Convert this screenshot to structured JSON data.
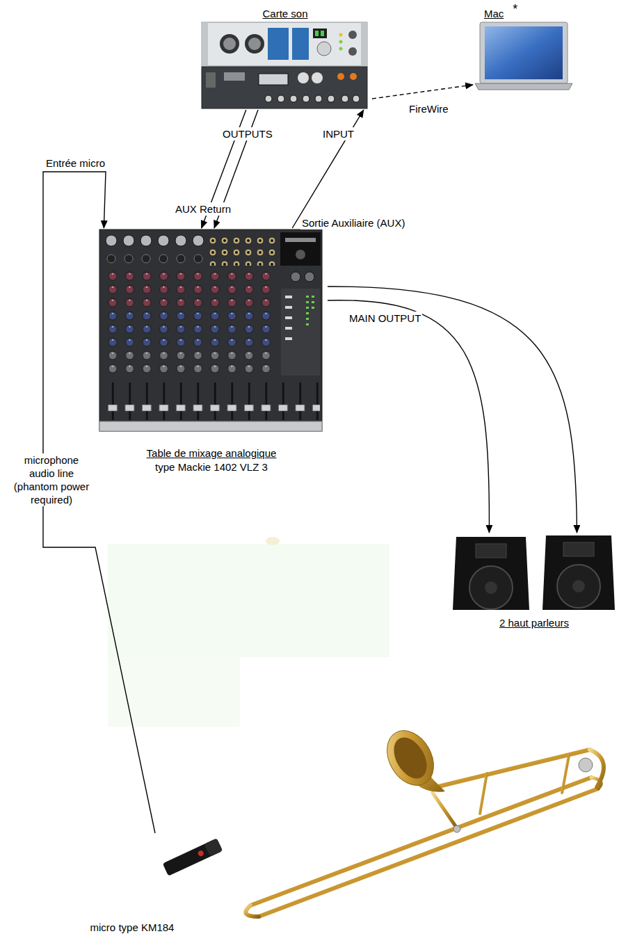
{
  "diagram": {
    "nodes": [
      {
        "text": [
          "Carte son"
        ]
      },
      {
        "text": [
          "Mac",
          "*"
        ]
      },
      {
        "text": [
          "Table de mixage analogique",
          "type Mackie 1402 VLZ 3"
        ]
      },
      {
        "text": [
          "2 haut parleurs"
        ]
      },
      {
        "text": [
          "micro type KM184"
        ]
      }
    ],
    "edges": [
      {
        "from": 0,
        "to": 1,
        "arrow": "to",
        "label": "FireWire"
      },
      {
        "from": 0,
        "to": 2,
        "arrow": "to",
        "label": "OUTPUTS"
      },
      {
        "from": 0,
        "to": 2,
        "arrow": "to"
      },
      {
        "from": 2,
        "to": 0,
        "arrow": "to",
        "label": "INPUT"
      },
      {
        "from": 2,
        "to": 3,
        "arrow": "to"
      },
      {
        "from": 2,
        "to": 3,
        "arrow": "to"
      },
      {
        "from": 4,
        "to": 2,
        "arrow": "to",
        "label": "microphone audio line (phantom power required)"
      }
    ],
    "labels": [
      "Entrée micro",
      "AUX Return",
      "Sortie Auxiliaire (AUX)",
      "MAIN OUTPUT"
    ]
  }
}
